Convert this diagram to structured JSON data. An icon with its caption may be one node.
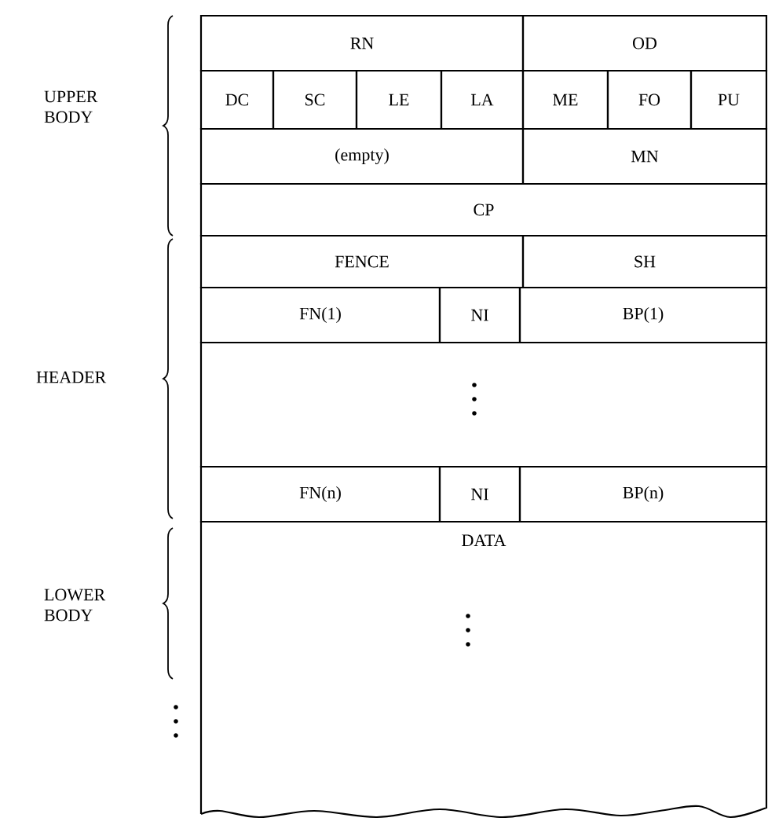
{
  "diagram": {
    "nodes": [
      {
        "text": [
          "RN"
        ]
      },
      {
        "text": [
          "OD"
        ]
      },
      {
        "text": [
          "DC"
        ]
      },
      {
        "text": [
          "SC"
        ]
      },
      {
        "text": [
          "LE"
        ]
      },
      {
        "text": [
          "LA"
        ]
      },
      {
        "text": [
          "ME"
        ]
      },
      {
        "text": [
          "FO"
        ]
      },
      {
        "text": [
          "PU"
        ]
      },
      {
        "text": [
          "(empty)"
        ]
      },
      {
        "text": [
          "MN"
        ]
      },
      {
        "text": [
          "CP"
        ]
      },
      {
        "text": [
          "FENCE"
        ]
      },
      {
        "text": [
          "SH"
        ]
      },
      {
        "text": [
          "FN(1)"
        ]
      },
      {
        "text": [
          "NI"
        ]
      },
      {
        "text": [
          "BP(1)"
        ]
      },
      {
        "text": [],
        "shape": "box"
      },
      {
        "text": [
          "FN(n)"
        ]
      },
      {
        "text": [
          "NI"
        ]
      },
      {
        "text": [
          "BP(n)"
        ]
      },
      {
        "text": [
          "DATA"
        ]
      }
    ],
    "labels": [
      "UPPER BODY",
      "HEADER",
      "LOWER BODY"
    ]
  }
}
